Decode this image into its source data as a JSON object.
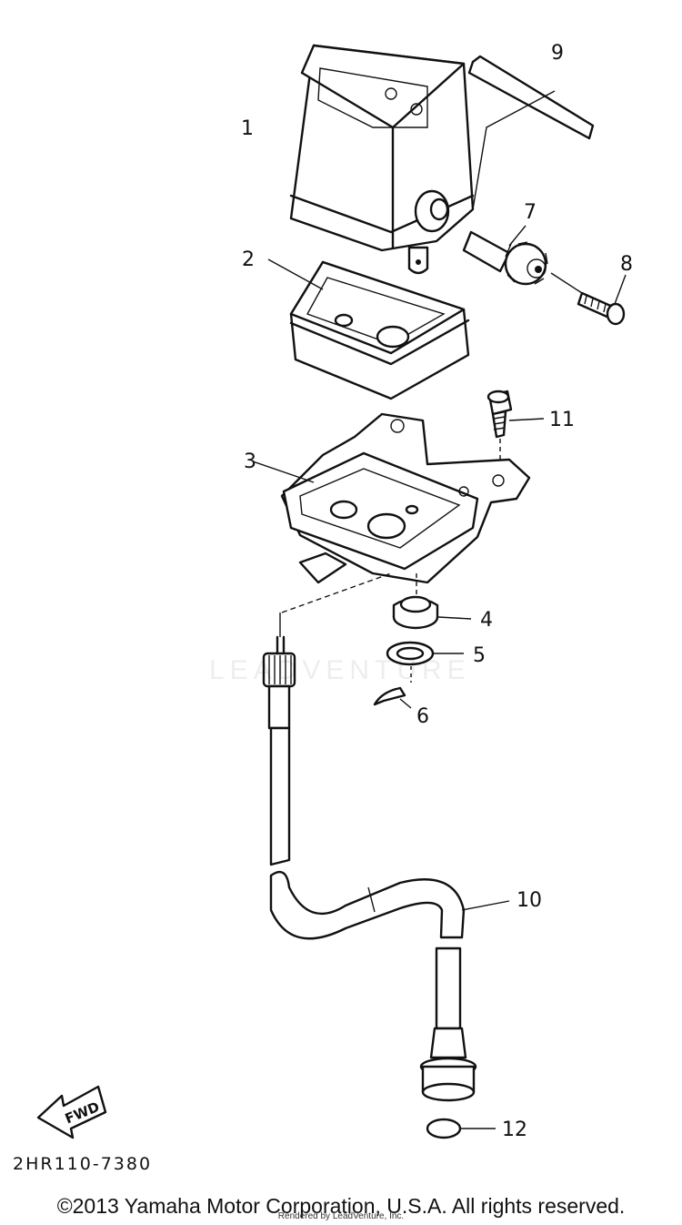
{
  "diagram": {
    "callouts": [
      "1",
      "2",
      "3",
      "4",
      "5",
      "6",
      "7",
      "8",
      "9",
      "10",
      "11",
      "12"
    ],
    "fwd_label": "FWD",
    "drawing_code": "2HR110-7380",
    "watermark": "LEADVENTURE"
  },
  "footer": {
    "copyright": "©2013 Yamaha Motor Corporation, U.S.A. All rights reserved.",
    "rendered_by": "Rendered by LeadVenture, Inc."
  }
}
